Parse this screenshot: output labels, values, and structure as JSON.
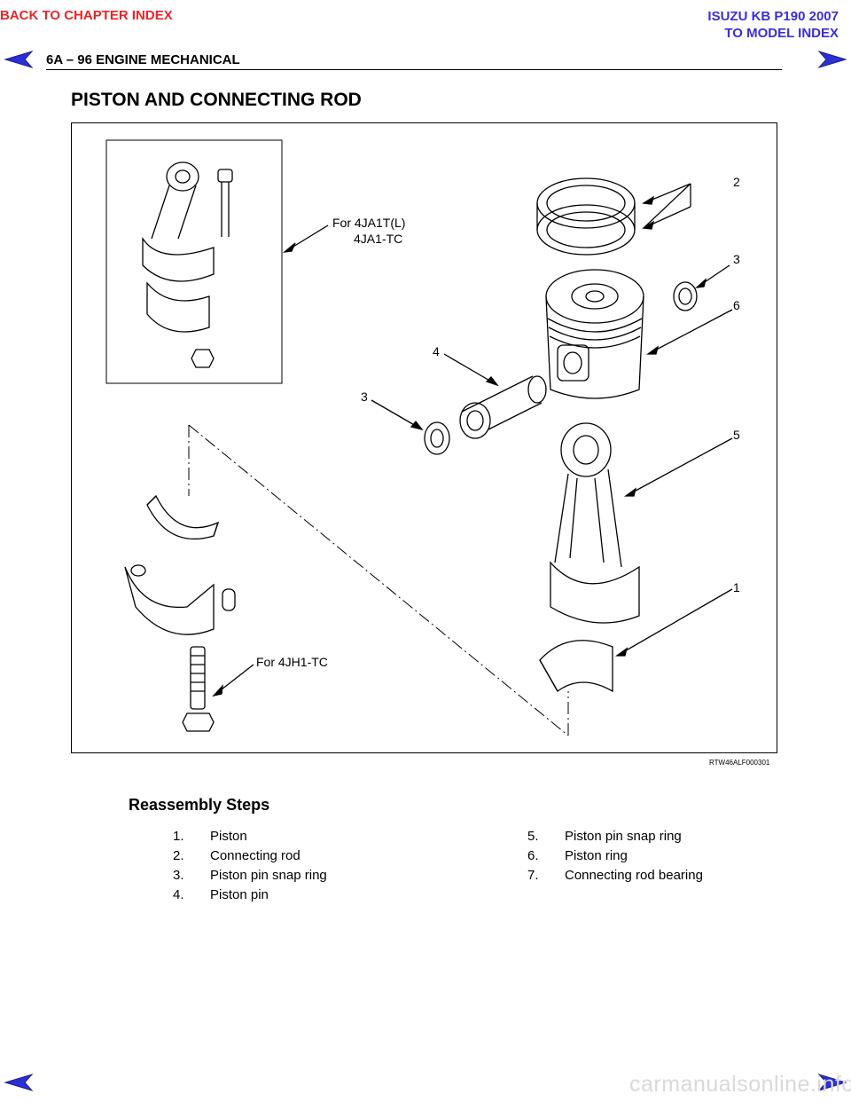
{
  "nav": {
    "back_to_chapter": "BACK TO CHAPTER INDEX",
    "model_title": "ISUZU KB P190 2007",
    "to_model_index": "TO MODEL INDEX"
  },
  "header": {
    "section": "6A – 96  ENGINE MECHANICAL"
  },
  "page_title": "PISTON AND CONNECTING ROD",
  "figure": {
    "callout_4ja1": "For 4JA1T(L)",
    "callout_4ja1_sub": "4JA1-TC",
    "callout_4jh1": "For 4JH1-TC",
    "labels": [
      "2",
      "3",
      "6",
      "4",
      "3",
      "5",
      "1"
    ],
    "code": "RTW46ALF000301"
  },
  "steps": {
    "title": "Reassembly Steps",
    "left": [
      {
        "num": "1.",
        "text": "Piston"
      },
      {
        "num": "2.",
        "text": "Connecting rod"
      },
      {
        "num": "3.",
        "text": "Piston pin snap ring"
      },
      {
        "num": "4.",
        "text": "Piston pin"
      }
    ],
    "right": [
      {
        "num": "5.",
        "text": "Piston pin snap ring"
      },
      {
        "num": "6.",
        "text": "Piston ring"
      },
      {
        "num": "7.",
        "text": "Connecting rod bearing"
      }
    ]
  },
  "footer": {
    "watermark": "carmanualsonline.info"
  },
  "colors": {
    "nav_red": "#e8262b",
    "nav_blue": "#3a2fd6",
    "arrow_blue": "#2b2fd8"
  },
  "icons": [
    "prev-page-arrow-icon",
    "next-page-arrow-icon"
  ]
}
